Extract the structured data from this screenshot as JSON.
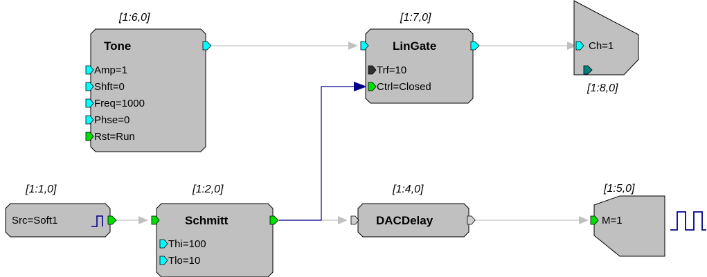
{
  "blocks": {
    "tone": {
      "coord": "[1:6,0]",
      "title": "Tone",
      "params": [
        "Amp=1",
        "Shft=0",
        "Freq=1000",
        "Phse=0",
        "Rst=Run"
      ]
    },
    "lingate": {
      "coord": "[1:7,0]",
      "title": "LinGate",
      "params": [
        "Trf=10",
        "Ctrl=Closed"
      ]
    },
    "output_ch": {
      "coord": "[1:8,0]",
      "param": "Ch=1"
    },
    "source": {
      "coord": "[1:1,0]",
      "param": "Src=Soft1"
    },
    "schmitt": {
      "coord": "[1:2,0]",
      "title": "Schmitt",
      "params": [
        "Thi=100",
        "Tlo=10"
      ]
    },
    "dacdelay": {
      "coord": "[1:4,0]",
      "title": "DACDelay"
    },
    "monitor": {
      "coord": "[1:5,0]",
      "param": "M=1"
    }
  },
  "colors": {
    "block_fill": "#c0c0c0",
    "port_cyan": "#00ffff",
    "port_green": "#00e000",
    "wire_gray": "#c0c0c0",
    "wire_blue": "#00008b"
  }
}
